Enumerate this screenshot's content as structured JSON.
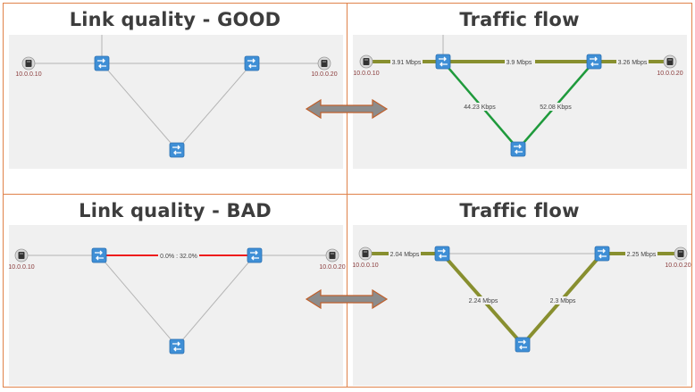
{
  "quadrants": {
    "good_quality": {
      "title": "Link quality - GOOD",
      "hosts": {
        "left": "10.0.0.10",
        "right": "10.0.0.20"
      }
    },
    "good_traffic": {
      "title": "Traffic flow",
      "hosts": {
        "left": "10.0.0.10",
        "right": "10.0.0.20"
      },
      "links": {
        "host_left": "3.91 Mbps",
        "top": "3.9 Mbps",
        "host_right": "3.26 Mbps",
        "left_diag": "44.23 Kbps",
        "right_diag": "52.08 Kbps"
      }
    },
    "bad_quality": {
      "title": "Link quality - BAD",
      "hosts": {
        "left": "10.0.0.10",
        "right": "10.0.0.20"
      },
      "links": {
        "top": "0.0% : 32.0%"
      }
    },
    "bad_traffic": {
      "title": "Traffic flow",
      "hosts": {
        "left": "10.0.0.10",
        "right": "10.0.0.20"
      },
      "links": {
        "host_left": "2.04 Mbps",
        "host_right": "2.25 Mbps",
        "left_diag": "2.24 Mbps",
        "right_diag": "2.3 Mbps"
      }
    }
  },
  "colors": {
    "border": "#e0824a",
    "good_link": "#888f2f",
    "green_link": "#1f9a3c",
    "bad_link": "#ee1c1c",
    "plain_link": "#b5b5b5",
    "switch": "#3f8fd6",
    "arrow_fill": "#8c8c8c",
    "arrow_stroke": "#c0602c"
  },
  "icons": [
    "switch-icon",
    "host-icon",
    "double-arrow-icon"
  ]
}
